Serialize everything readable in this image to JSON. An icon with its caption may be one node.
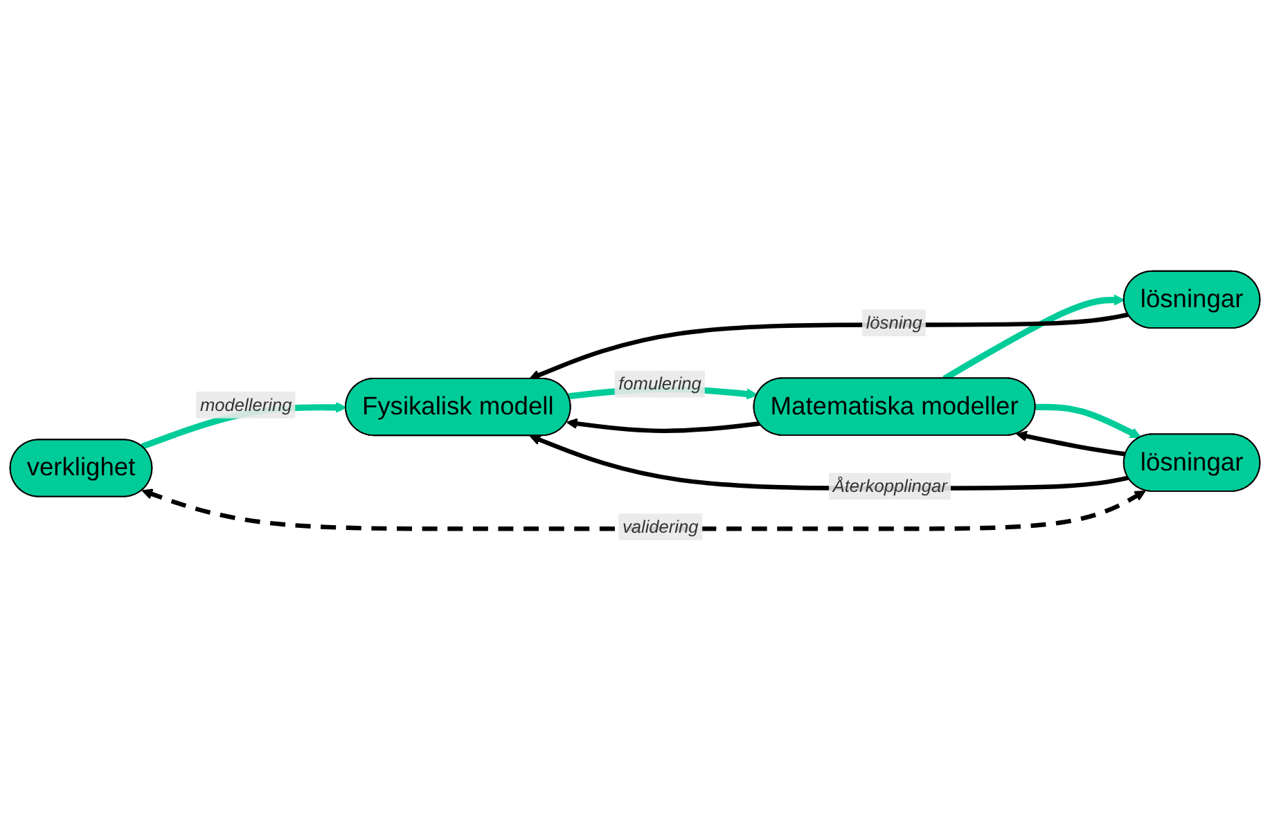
{
  "diagram": {
    "nodes": [
      {
        "text": [
          "verklighet"
        ]
      },
      {
        "text": [
          "Fysikalisk modell"
        ]
      },
      {
        "text": [
          "Matematiska modeller"
        ]
      },
      {
        "text": [
          "lösningar"
        ]
      },
      {
        "text": [
          "lösningar"
        ]
      }
    ],
    "edges": [
      {
        "from": 0,
        "to": 1,
        "arrow": "to",
        "label": "modellering",
        "color": "#00cc99"
      },
      {
        "from": 1,
        "to": 2,
        "arrow": "to",
        "label": "fomulering",
        "color": "#00cc99"
      },
      {
        "from": 2,
        "to": 3,
        "arrow": "to",
        "color": "#00cc99"
      },
      {
        "from": 2,
        "to": 4,
        "arrow": "to",
        "color": "#00cc99"
      },
      {
        "from": 3,
        "to": 1,
        "arrow": "to",
        "label": "lösning"
      },
      {
        "from": 2,
        "to": 1,
        "arrow": "to"
      },
      {
        "from": 4,
        "to": 2,
        "arrow": "to"
      },
      {
        "from": 4,
        "to": 1,
        "arrow": "to",
        "label": "Återkopplingar"
      },
      {
        "from": 4,
        "to": 0,
        "arrow": "both",
        "label": "validering",
        "style": "dashed"
      }
    ]
  }
}
